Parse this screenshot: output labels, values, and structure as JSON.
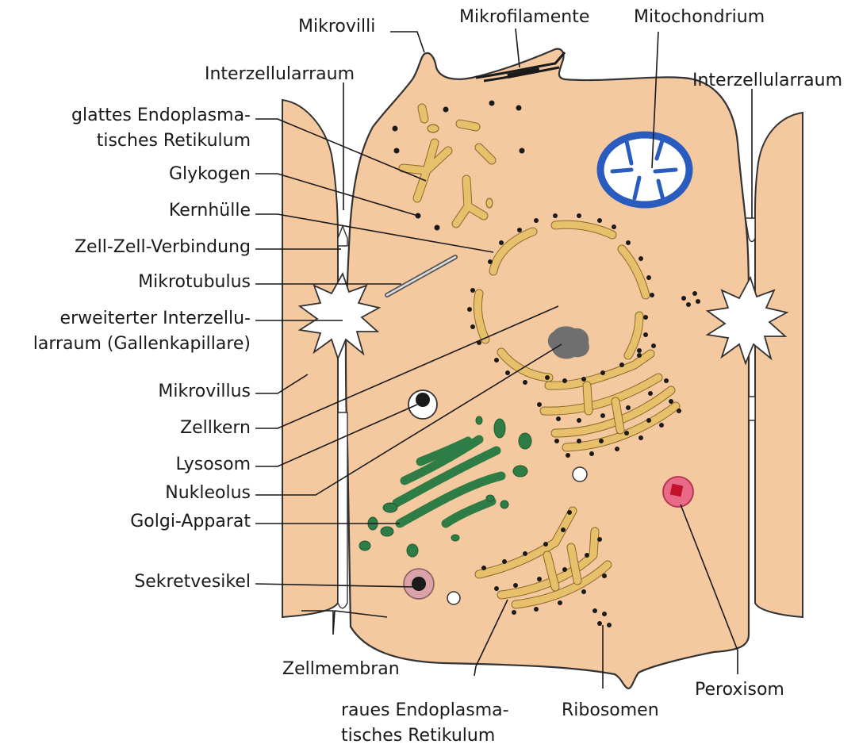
{
  "labels": {
    "mikrovilli": "Mikrovilli",
    "mikrofilamente": "Mikrofilamente",
    "mitochondrium": "Mitochondrium",
    "interzellularraum_left": "Interzellularraum",
    "interzellularraum_right": "Interzellularraum",
    "glattes_er_1": "glattes Endoplasma-",
    "glattes_er_2": "tisches Retikulum",
    "glykogen": "Glykogen",
    "kernhuelle": "Kernhülle",
    "zell_zell_verbindung": "Zell-Zell-Verbindung",
    "mikrotubulus": "Mikrotubulus",
    "erweiterter_1": "erweiterter Interzellu-",
    "erweiterter_2": "larraum (Gallenkapillare)",
    "mikrovillus": "Mikrovillus",
    "zellkern": "Zellkern",
    "lysosom": "Lysosom",
    "nukleolus": "Nukleolus",
    "golgi": "Golgi-Apparat",
    "sekretvesikel": "Sekretvesikel",
    "zellmembran": "Zellmembran",
    "raues_er_1": "raues Endoplasma-",
    "raues_er_2": "tisches Retikulum",
    "ribosomen": "Ribosomen",
    "peroxisom": "Peroxisom"
  },
  "colors": {
    "cytoplasm": "#f5c9a0",
    "membrane": "#333333",
    "smooth_er": "#e8c06c",
    "golgi": "#2f7d46",
    "mitochondrion": "#2a5bbf",
    "nucleolus": "#6f6f6f",
    "peroxisome": "#d9304a",
    "secretory_vesicle": "#c48a8a"
  }
}
